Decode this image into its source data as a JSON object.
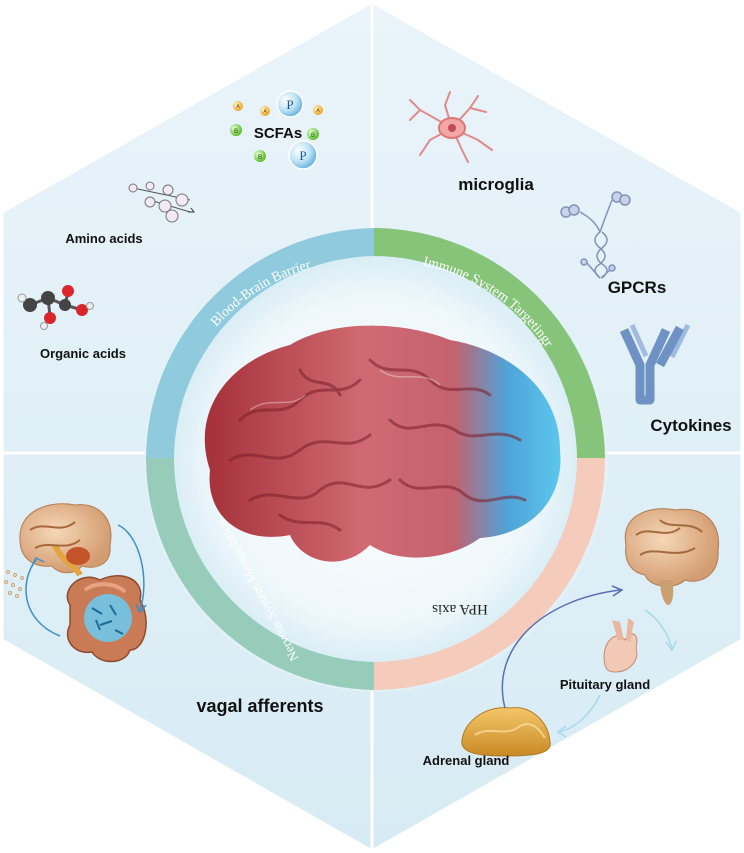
{
  "center": {
    "arc_labels": {
      "bbb": "Blood-Brain Barrier",
      "immune": "Immune System Targetingr",
      "hpa": "HPA axis",
      "nervous": "Nervous System Manipulation"
    },
    "colors": {
      "bbb": "#7cc3d6",
      "immune": "#7dbd6d",
      "hpa": "#f2c2b0",
      "nervous": "#8fc9b4"
    }
  },
  "panels": {
    "top_left": {
      "scfa": "SCFAs",
      "amino": "Amino acids",
      "organic": "Organic acids",
      "scfa_letters": {
        "a": "A",
        "b": "B",
        "p": "P"
      }
    },
    "top_right": {
      "microglia": "microglia",
      "gpcrs": "GPCRs",
      "cytokines": "Cytokines"
    },
    "bottom_left": {
      "vagal": "vagal afferents"
    },
    "bottom_right": {
      "pituitary": "Pituitary gland",
      "adrenal": "Adrenal gland"
    }
  }
}
